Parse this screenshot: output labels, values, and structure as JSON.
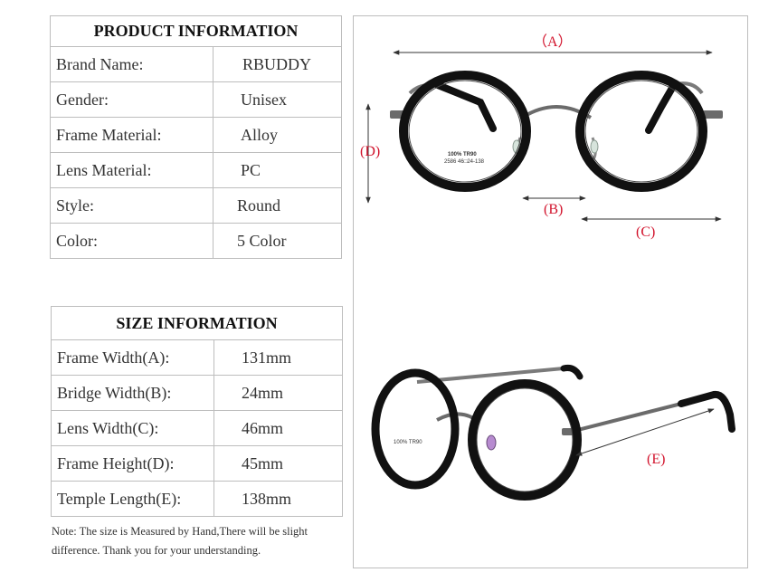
{
  "product": {
    "title": "PRODUCT INFORMATION",
    "rows": [
      {
        "label": "Brand Name:",
        "value": "RBUDDY"
      },
      {
        "label": "Gender:",
        "value": "Unisex"
      },
      {
        "label": "Frame Material:",
        "value": "Alloy"
      },
      {
        "label": "Lens Material:",
        "value": "PC"
      },
      {
        "label": "Style:",
        "value": "Round"
      },
      {
        "label": "Color:",
        "value": "5 Color"
      }
    ]
  },
  "size": {
    "title": "SIZE INFORMATION",
    "rows": [
      {
        "label": "Frame Width(A):",
        "value": "131mm"
      },
      {
        "label": "Bridge Width(B):",
        "value": "24mm"
      },
      {
        "label": "Lens Width(C):",
        "value": "46mm"
      },
      {
        "label": "Frame Height(D):",
        "value": "45mm"
      },
      {
        "label": "Temple Length(E):",
        "value": "138mm"
      }
    ]
  },
  "note": "Note: The size is Measured by Hand,There will be slight difference. Thank you for your understanding.",
  "diagram": {
    "labels": {
      "a": "（A）",
      "b": "(B)",
      "c": "(C)",
      "d": "(D)",
      "e": "(E)"
    },
    "lens_print_1": "100% TR90",
    "lens_print_2": "2586  46□24-138",
    "lens_print_side": "100% TR90"
  },
  "colors": {
    "dimension_label": "#d2142d",
    "frame": "#111111",
    "metal": "#6b6b6b"
  }
}
